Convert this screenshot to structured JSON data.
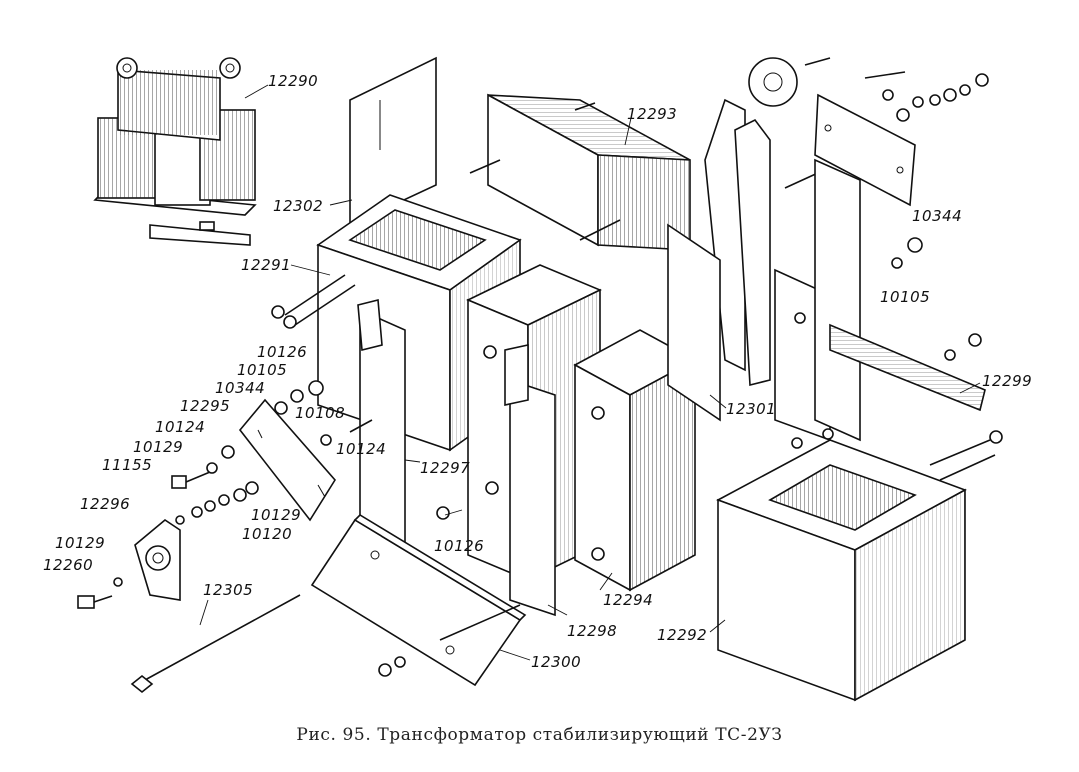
{
  "figure": {
    "caption": "Рис. 95. Трансформатор стабилизирующий ТС-2УЗ"
  },
  "labels": {
    "l12290": "12290",
    "l12302": "12302",
    "l12293": "12293",
    "l12291": "12291",
    "l10126a": "10126",
    "l10105a": "10105",
    "l10344a": "10344",
    "l10108": "10108",
    "l12295": "12295",
    "l10124a": "10124",
    "l10124b": "10124",
    "l10129a": "10129",
    "l11155": "11155",
    "l12296": "12296",
    "l10129b": "10129",
    "l10120": "10120",
    "l10129c": "10129",
    "l12260": "12260",
    "l12305": "12305",
    "l12297": "12297",
    "l10126b": "10126",
    "l12294": "12294",
    "l12298": "12298",
    "l12300": "12300",
    "l12301": "12301",
    "l12292": "12292",
    "l12299": "12299",
    "l10344b": "10344",
    "l10105b": "10105"
  }
}
